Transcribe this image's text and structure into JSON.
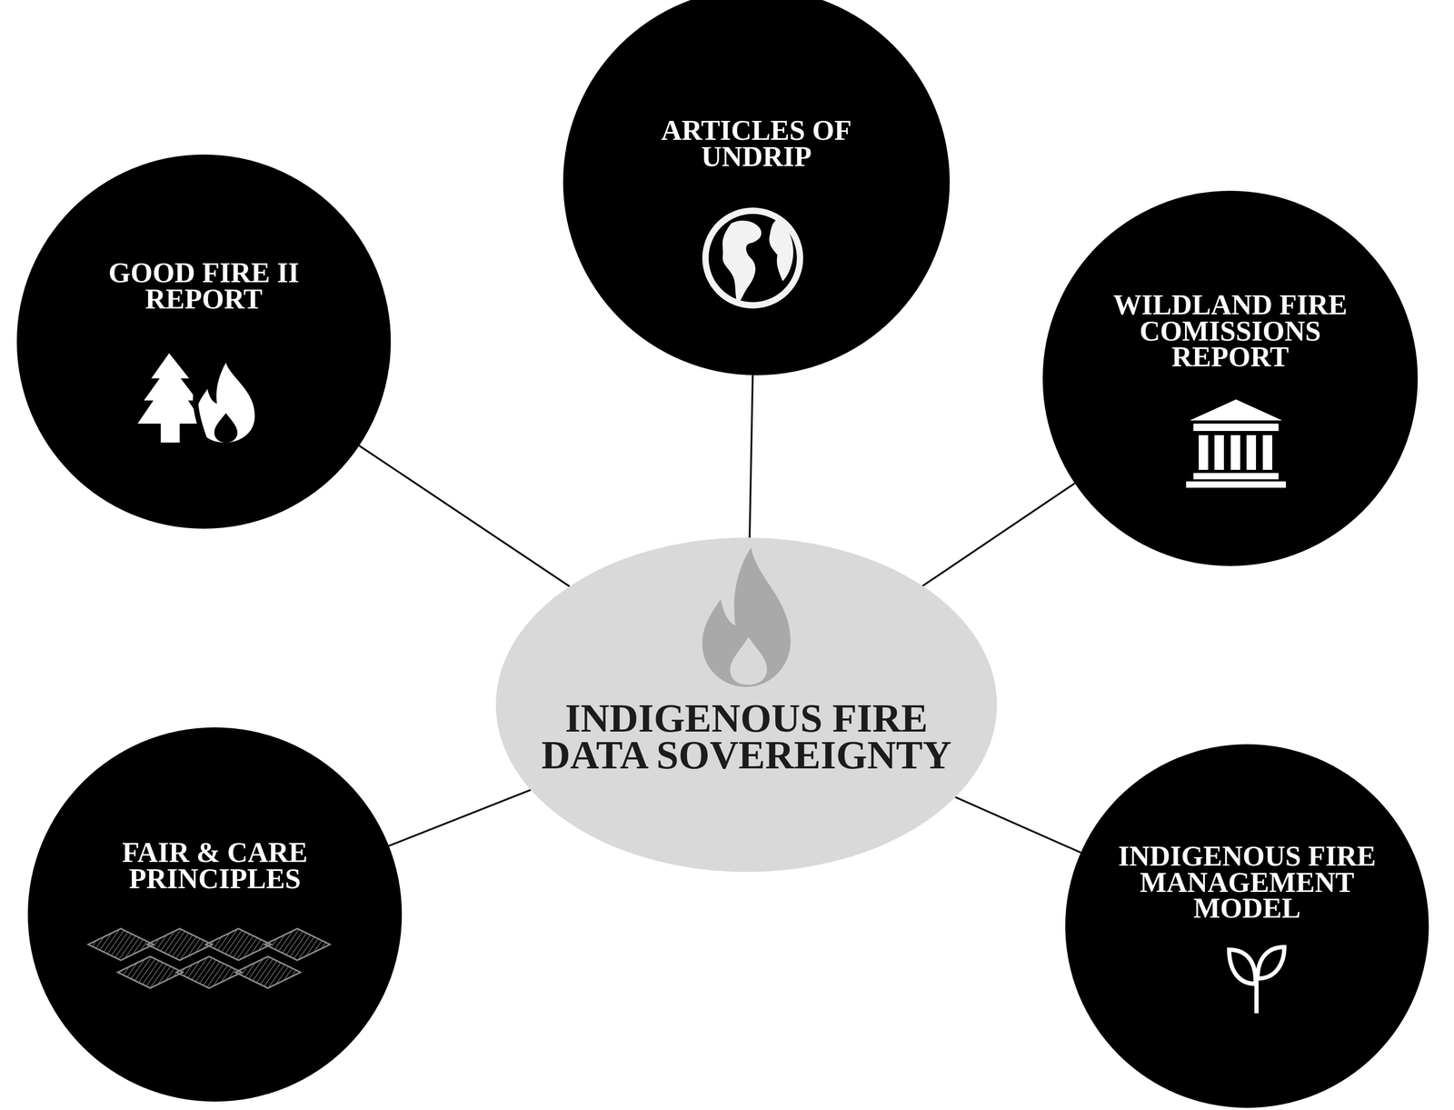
{
  "diagram": {
    "nodes": [
      {
        "text": [
          "INDIGENOUS FIRE DATA SOVEREIGNTY"
        ]
      },
      {
        "text": [
          "GOOD FIRE II REPORT"
        ]
      },
      {
        "text": [
          "ARTICLES OF UNDRIP"
        ]
      },
      {
        "text": [
          "WILDLAND FIRE COMISSIONS REPORT"
        ]
      },
      {
        "text": [
          "FAIR & CARE PRINCIPLES"
        ]
      },
      {
        "text": [
          "INDIGENOUS FIRE MANAGEMENT MODEL"
        ]
      }
    ],
    "edges": [
      {
        "from": 0,
        "to": 1,
        "arrow": "none"
      },
      {
        "from": 0,
        "to": 2,
        "arrow": "none"
      },
      {
        "from": 0,
        "to": 3,
        "arrow": "none"
      },
      {
        "from": 0,
        "to": 4,
        "arrow": "none"
      },
      {
        "from": 0,
        "to": 5,
        "arrow": "none"
      }
    ]
  }
}
